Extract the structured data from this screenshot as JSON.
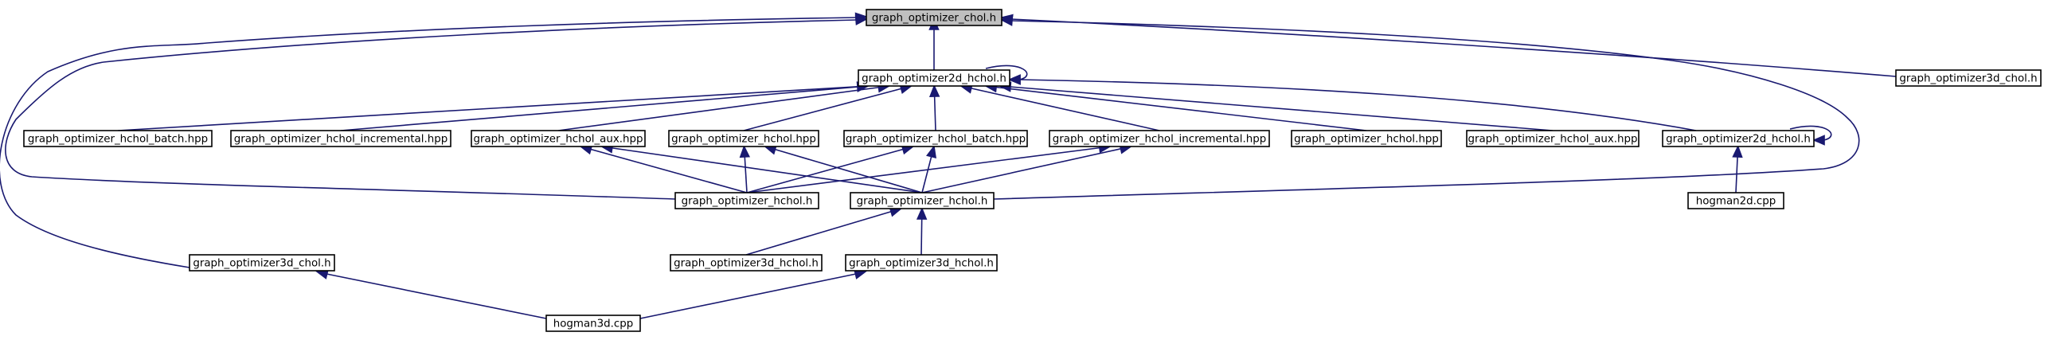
{
  "colors": {
    "node_fill": "#ffffff",
    "highlight_fill": "#bfbfbf",
    "node_border": "#000000",
    "edge": "#191970"
  },
  "nodes": [
    {
      "id": "chol",
      "label": "graph_optimizer_chol.h",
      "highlight": true
    },
    {
      "id": "h2d",
      "label": "graph_optimizer2d_hchol.h"
    },
    {
      "id": "g3dchol_r",
      "label": "graph_optimizer3d_chol.h"
    },
    {
      "id": "batch_hpp_1",
      "label": "graph_optimizer_hchol_batch.hpp"
    },
    {
      "id": "incr_hpp_1",
      "label": "graph_optimizer_hchol_incremental.hpp"
    },
    {
      "id": "aux_hpp_1",
      "label": "graph_optimizer_hchol_aux.hpp"
    },
    {
      "id": "hchol_hpp_1",
      "label": "graph_optimizer_hchol.hpp"
    },
    {
      "id": "batch_hpp_2",
      "label": "graph_optimizer_hchol_batch.hpp"
    },
    {
      "id": "incr_hpp_2",
      "label": "graph_optimizer_hchol_incremental.hpp"
    },
    {
      "id": "hchol_hpp_2",
      "label": "graph_optimizer_hchol.hpp"
    },
    {
      "id": "aux_hpp_2",
      "label": "graph_optimizer_hchol_aux.hpp"
    },
    {
      "id": "h2d_b",
      "label": "graph_optimizer2d_hchol.h"
    },
    {
      "id": "hchol_h_1",
      "label": "graph_optimizer_hchol.h"
    },
    {
      "id": "hchol_h_2",
      "label": "graph_optimizer_hchol.h"
    },
    {
      "id": "hogman2d",
      "label": "hogman2d.cpp"
    },
    {
      "id": "g3dchol_l",
      "label": "graph_optimizer3d_chol.h"
    },
    {
      "id": "g3dh_1",
      "label": "graph_optimizer3d_hchol.h"
    },
    {
      "id": "g3dh_2",
      "label": "graph_optimizer3d_hchol.h"
    },
    {
      "id": "hogman3d",
      "label": "hogman3d.cpp"
    }
  ],
  "edges": [
    {
      "from": "h2d",
      "to": "chol"
    },
    {
      "from": "g3dchol_r",
      "to": "chol"
    },
    {
      "from": "g3dchol_l",
      "to": "chol"
    },
    {
      "from": "hchol_h_1",
      "to": "chol"
    },
    {
      "from": "hchol_h_2",
      "to": "chol"
    },
    {
      "from": "h2d",
      "to": "h2d"
    },
    {
      "from": "batch_hpp_1",
      "to": "h2d"
    },
    {
      "from": "incr_hpp_1",
      "to": "h2d"
    },
    {
      "from": "aux_hpp_1",
      "to": "h2d"
    },
    {
      "from": "hchol_hpp_1",
      "to": "h2d"
    },
    {
      "from": "batch_hpp_2",
      "to": "h2d"
    },
    {
      "from": "incr_hpp_2",
      "to": "h2d"
    },
    {
      "from": "hchol_hpp_2",
      "to": "h2d"
    },
    {
      "from": "aux_hpp_2",
      "to": "h2d"
    },
    {
      "from": "h2d_b",
      "to": "h2d"
    },
    {
      "from": "h2d_b",
      "to": "h2d_b"
    },
    {
      "from": "hogman2d",
      "to": "h2d_b"
    },
    {
      "from": "hchol_h_1",
      "to": "aux_hpp_1"
    },
    {
      "from": "hchol_h_2",
      "to": "aux_hpp_1"
    },
    {
      "from": "hchol_h_1",
      "to": "hchol_hpp_1"
    },
    {
      "from": "hchol_h_2",
      "to": "hchol_hpp_1"
    },
    {
      "from": "hchol_h_1",
      "to": "batch_hpp_2"
    },
    {
      "from": "hchol_h_2",
      "to": "batch_hpp_2"
    },
    {
      "from": "hchol_h_1",
      "to": "incr_hpp_2"
    },
    {
      "from": "hchol_h_2",
      "to": "incr_hpp_2"
    },
    {
      "from": "g3dh_1",
      "to": "hchol_h_2"
    },
    {
      "from": "g3dh_2",
      "to": "hchol_h_2"
    },
    {
      "from": "hogman3d",
      "to": "g3dchol_l"
    },
    {
      "from": "hogman3d",
      "to": "g3dh_2"
    }
  ]
}
